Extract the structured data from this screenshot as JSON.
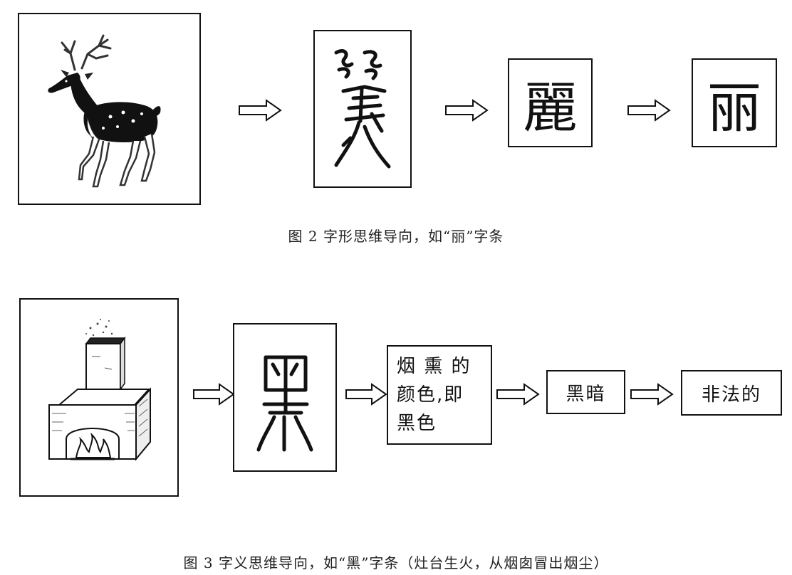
{
  "figure2": {
    "caption": "图 2 字形思维导向，如“丽”字条",
    "steps": {
      "regular_glyph": "麗",
      "simplified_glyph": "丽"
    }
  },
  "figure3": {
    "caption": "图 3 字义思维导向，如“黑”字条（灶台生火，从烟囱冒出烟尘）",
    "steps": {
      "meaning_line1": "烟 熏 的",
      "meaning_line2": "颜色,即",
      "meaning_line3": "黑色",
      "extended_meaning": "黑暗",
      "figurative_meaning": "非法的"
    }
  },
  "icons": {
    "deer": "deer-illustration-icon",
    "stove": "stove-chimney-illustration-icon",
    "arrow": "hollow-right-arrow-icon"
  }
}
